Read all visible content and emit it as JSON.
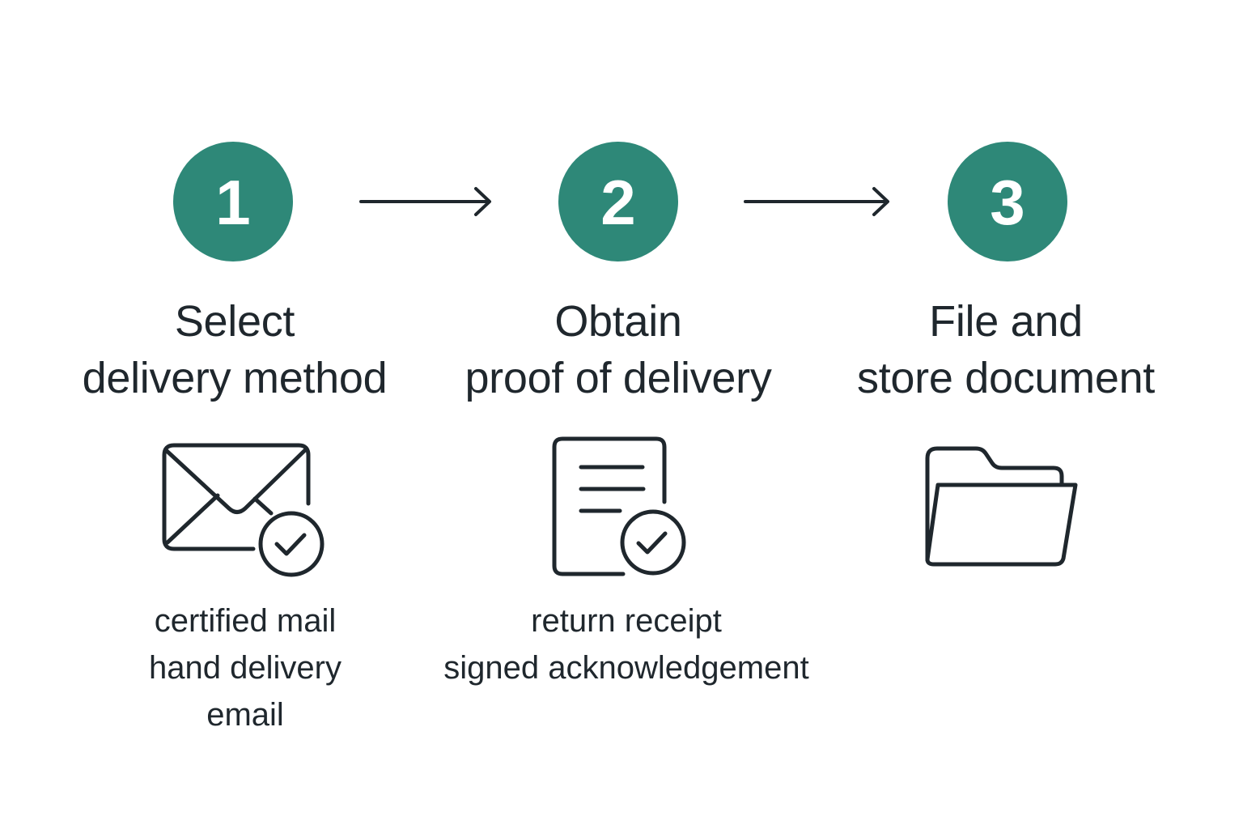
{
  "diagram": {
    "accent_color": "#2e8878",
    "text_color": "#1f272d",
    "steps": [
      {
        "number": "1",
        "title_line1": "Select",
        "title_line2": "delivery method",
        "icon": "envelope-check-icon",
        "methods": [
          "certified mail",
          "hand delivery",
          "email"
        ]
      },
      {
        "number": "2",
        "title_line1": "Obtain",
        "title_line2": "proof of delivery",
        "icon": "document-check-icon",
        "methods": [
          "return receipt",
          "signed acknowledgement"
        ]
      },
      {
        "number": "3",
        "title_line1": "File and",
        "title_line2": "store document",
        "icon": "folder-icon",
        "methods": []
      }
    ],
    "connectors": [
      "arrow-right-icon",
      "arrow-right-icon"
    ]
  }
}
